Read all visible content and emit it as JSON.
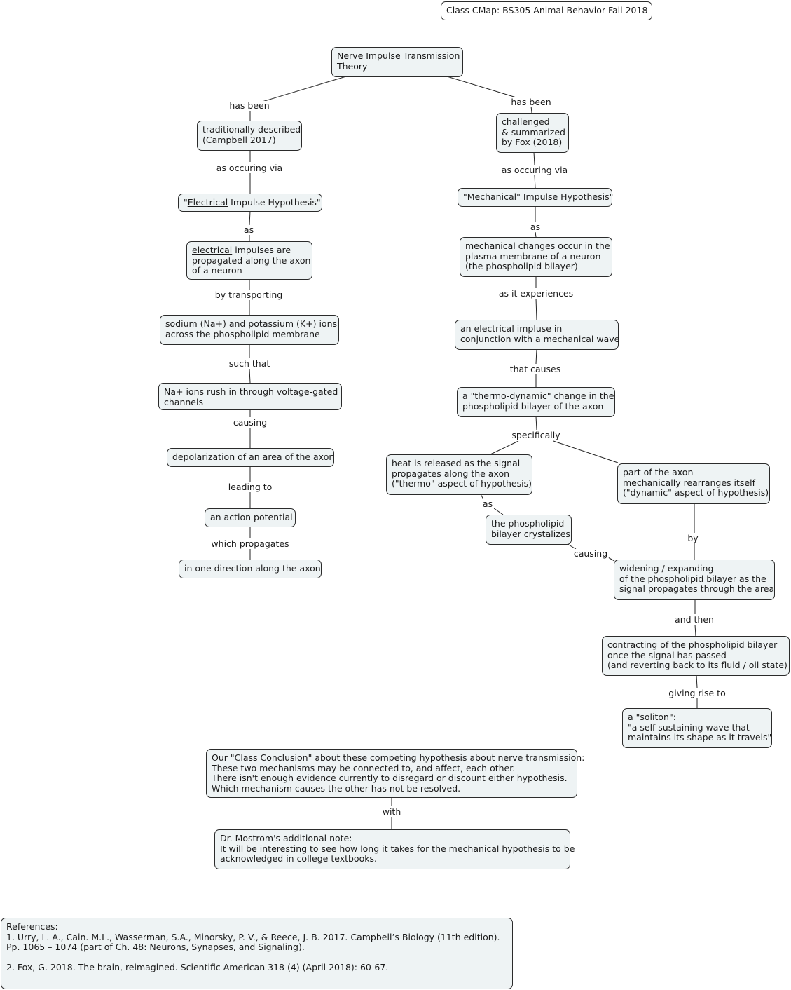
{
  "title": "Class CMap:  BS305 Animal Behavior Fall 2018",
  "root": [
    "Nerve Impulse Transmission",
    "Theory"
  ],
  "left": {
    "link_has_been": "has been",
    "traditionally": [
      "traditionally described",
      "(Campbell 2017)"
    ],
    "link_occuring": "as occuring via",
    "hyp_prefix": "\"",
    "hyp_u": "Electrical",
    "hyp_suffix": " Impulse Hypothesis\"",
    "link_as": "as",
    "elec_u": "electrical",
    "elec_line1_rest": " impulses are",
    "elec_line2": "propagated along the axon",
    "elec_line3": "of a neuron",
    "link_transporting": "by transporting",
    "sodium": [
      "sodium (Na+) and potassium (K+) ions",
      "across the phospholipid membrane"
    ],
    "link_such_that": "such that",
    "na_rush": [
      "Na+ ions rush in through voltage-gated",
      "channels"
    ],
    "link_causing": "causing",
    "depolarization": "depolarization of an area of the axon",
    "link_leading": "leading to",
    "action_potential": "an action potential",
    "link_propagates": "which propagates",
    "one_direction": "in one direction along the axon"
  },
  "right": {
    "link_has_been": "has been",
    "challenged": [
      "challenged",
      "& summarized",
      "by Fox (2018)"
    ],
    "link_occuring": "as occuring via",
    "hyp_prefix": "\"",
    "hyp_u": "Mechanical",
    "hyp_suffix": "\" Impulse Hypothesis\"",
    "link_as": "as",
    "mech_u": "mechanical",
    "mech_line1_rest": " changes occur in the",
    "mech_line2": "plasma membrane of a neuron",
    "mech_line3": "(the phospholipid bilayer)",
    "link_experiences": "as it experiences",
    "impulse_wave": [
      "an electrical impluse in",
      "conjunction with a mechanical wave"
    ],
    "link_causes": "that causes",
    "thermo": [
      "a \"thermo-dynamic\" change in the",
      "phospholipid bilayer of the axon"
    ],
    "link_specifically": "specifically",
    "heat": [
      "heat is released as the signal",
      "propagates along the axon",
      "(\"thermo\" aspect of hypothesis)"
    ],
    "link_as2": "as",
    "crystalizes": [
      "the phospholipid",
      "bilayer crystalizes"
    ],
    "link_causing": "causing",
    "rearranges": [
      "part of the axon",
      "mechanically rearranges itself",
      "(\"dynamic\" aspect of hypothesis)"
    ],
    "link_by": "by",
    "widening": [
      "widening / expanding",
      "of the phospholipid bilayer as the",
      "signal propagates through the area"
    ],
    "link_and_then": "and then",
    "contracting": [
      "contracting of the phospholipid bilayer",
      "once the signal has passed",
      "(and reverting back to its fluid / oil state)"
    ],
    "link_giving": "giving rise to",
    "soliton": [
      "a \"soliton\":",
      "\"a self-sustaining wave that",
      "maintains its shape as it travels\""
    ]
  },
  "conclusion": [
    "Our \"Class Conclusion\" about these competing hypothesis about nerve transmission:",
    "These two mechanisms may be connected to, and affect, each other.",
    "There isn't enough evidence currently to disregard or discount either hypothesis.",
    "Which mechanism causes the other has not be resolved."
  ],
  "link_with": "with",
  "note": [
    "Dr. Mostrom's additional note:",
    "It will be interesting to see how long it takes for the mechanical hypothesis to be",
    "acknowledged in college textbooks."
  ],
  "references": [
    "References:",
    "1. Urry, L. A., Cain. M.L., Wasserman, S.A., Minorsky, P. V., & Reece, J. B. 2017.  Campbell’s Biology (11th edition).",
    "Pp. 1065 – 1074 (part of Ch. 48:  Neurons, Synapses, and Signaling).",
    "",
    "2. Fox, G. 2018.  The brain, reimagined.  Scientific American 318 (4) (April 2018): 60-67."
  ]
}
